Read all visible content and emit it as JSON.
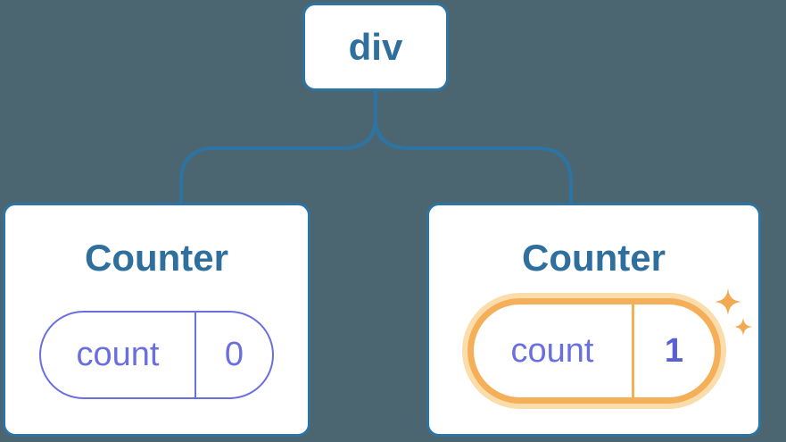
{
  "colors": {
    "bg": "#4b6670",
    "line": "#2e74a3",
    "node-text": "#2f6f9d",
    "card-bg": "#ffffff",
    "purple": "#6a6fe0",
    "purple-bold": "#5a5fd6",
    "orange": "#f5af59",
    "orange-halo": "#fbdcab",
    "sparkle": "#f2a951"
  },
  "tree": {
    "root": {
      "label": "div"
    },
    "children": [
      {
        "title": "Counter",
        "state_key": "count",
        "state_value": "0",
        "highlighted": false
      },
      {
        "title": "Counter",
        "state_key": "count",
        "state_value": "1",
        "highlighted": true
      }
    ]
  },
  "icons": {
    "sparkle_large": "sparkle-icon",
    "sparkle_small": "sparkle-icon"
  }
}
